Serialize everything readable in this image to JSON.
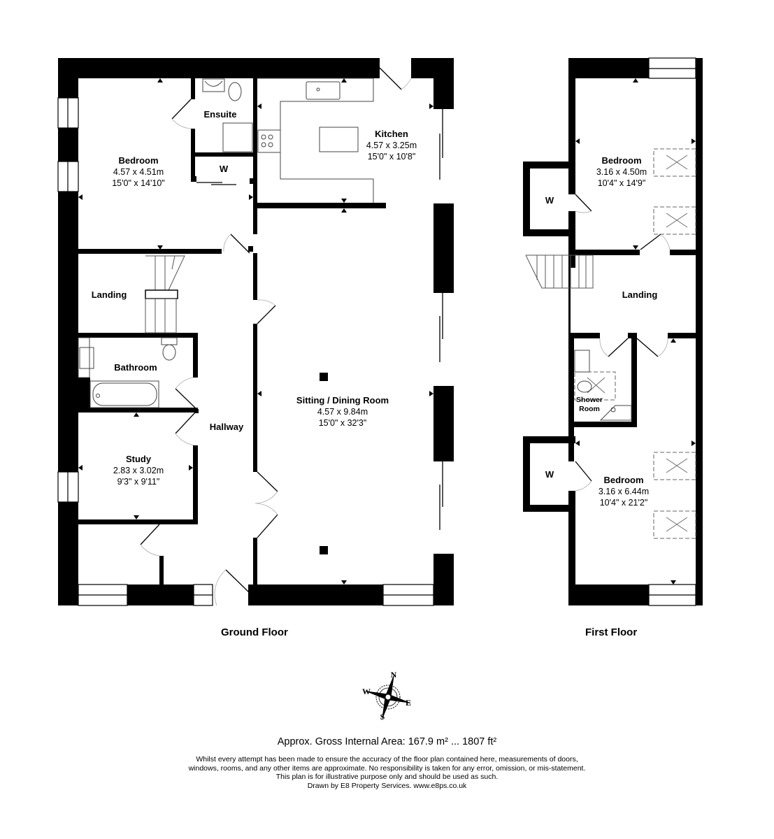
{
  "floors": [
    {
      "label": "Ground Floor",
      "rooms": [
        {
          "name": "Bedroom",
          "metric": "4.57 x 4.51m",
          "imperial": "15'0\" x 14'10\""
        },
        {
          "name": "Ensuite"
        },
        {
          "name": "W"
        },
        {
          "name": "Kitchen",
          "metric": "4.57 x 3.25m",
          "imperial": "15'0\" x 10'8\""
        },
        {
          "name": "Landing"
        },
        {
          "name": "Bathroom"
        },
        {
          "name": "Hallway"
        },
        {
          "name": "Sitting / Dining Room",
          "metric": "4.57 x 9.84m",
          "imperial": "15'0\" x 32'3\""
        },
        {
          "name": "Study",
          "metric": "2.83 x 3.02m",
          "imperial": "9'3\" x 9'11\""
        }
      ]
    },
    {
      "label": "First Floor",
      "rooms": [
        {
          "name": "Bedroom",
          "metric": "3.16 x 4.50m",
          "imperial": "10'4\" x 14'9\""
        },
        {
          "name": "W"
        },
        {
          "name": "Landing"
        },
        {
          "name": "Shower",
          "name2": "Room"
        },
        {
          "name": "W"
        },
        {
          "name": "Bedroom",
          "metric": "3.16 x 6.44m",
          "imperial": "10'4\" x 21'2\""
        }
      ]
    }
  ],
  "compass": {
    "n": "N",
    "s": "S",
    "e": "E",
    "w": "W"
  },
  "footer": {
    "area": "Approx. Gross Internal Area: 167.9 m² ... 1807 ft²",
    "disclaimer": [
      "Whilst every attempt has been made to ensure the accuracy of the floor plan contained here, measurements of doors,",
      "windows, rooms, and any other items are approximate. No responsibility is taken for any error, omission, or mis-statement.",
      "This plan is for illustrative purpose only and should be used as such.",
      "Drawn by E8 Property Services. www.e8ps.co.uk"
    ]
  },
  "colors": {
    "wall": "#000000",
    "background": "#ffffff",
    "fixture": "#555555"
  }
}
